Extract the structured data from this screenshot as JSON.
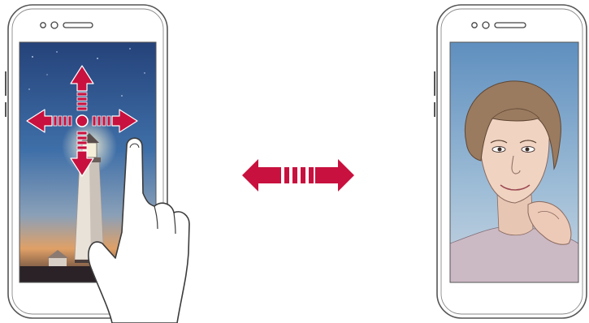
{
  "illustration": {
    "left_phone": {
      "screen_content": "lighthouse-at-dusk",
      "gesture": "swipe",
      "directions": [
        "up",
        "down",
        "left",
        "right"
      ]
    },
    "switch_arrow": {
      "type": "double-headed-horizontal"
    },
    "right_phone": {
      "screen_content": "front-camera-selfie"
    }
  },
  "colors": {
    "arrow_red": "#c8113e",
    "phone_outline": "#555555",
    "sky_top": "#2d4e86",
    "sky_bottom": "#e8a464",
    "selfie_bg": "#7ea6c8"
  }
}
